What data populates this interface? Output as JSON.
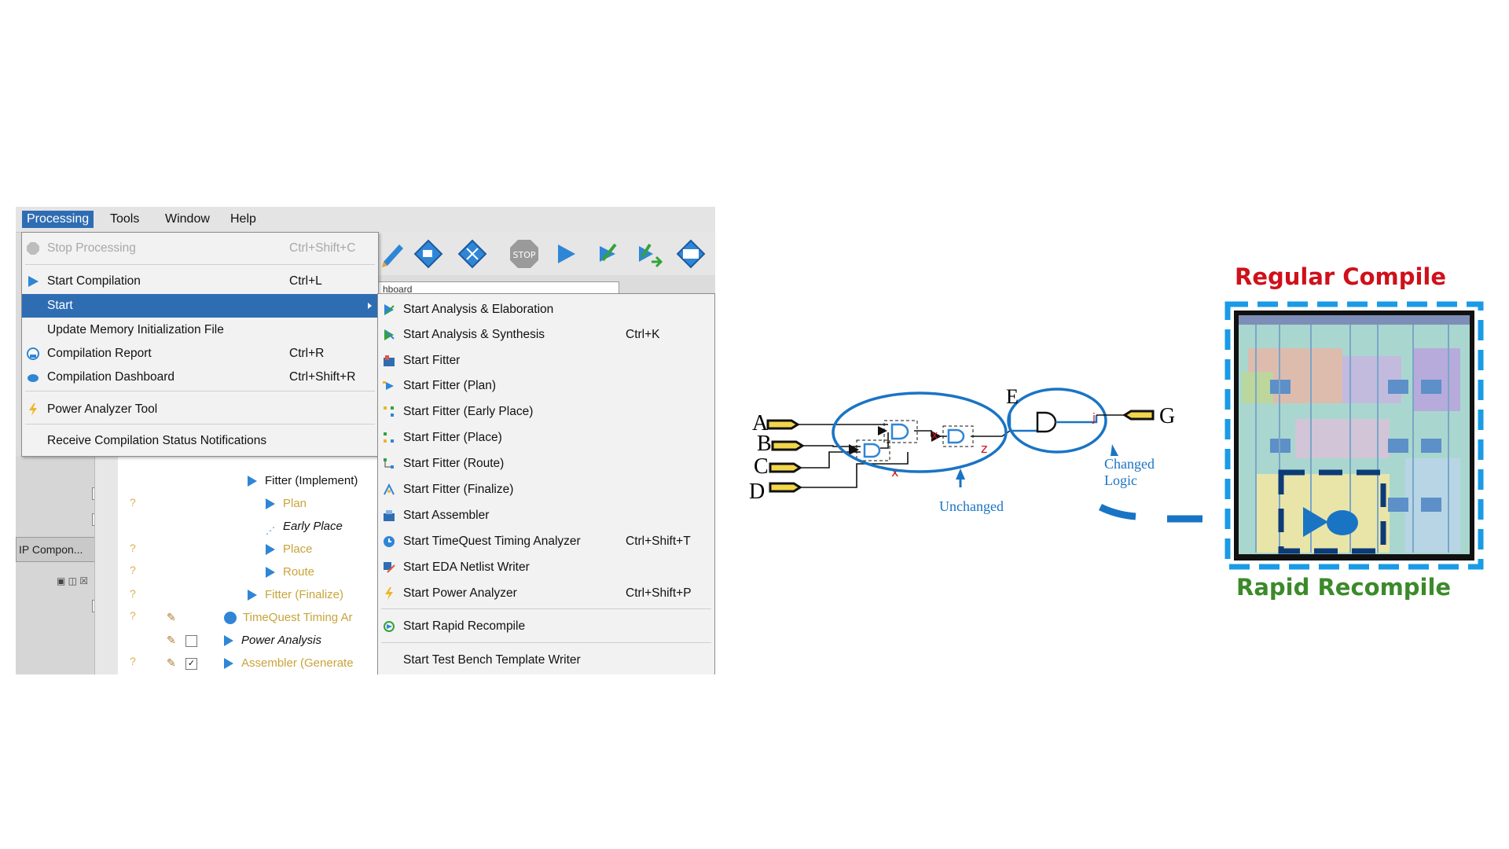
{
  "menubar": {
    "items": [
      "Processing",
      "Tools",
      "Window",
      "Help"
    ]
  },
  "toolbar": {
    "icons": [
      "compile-pencil-icon",
      "analysis-icon",
      "synthesis-icon",
      "fitter-icon",
      "stop-icon",
      "start-compilation-icon",
      "timing-analyzer-icon",
      "netlist-icon",
      "programmer-icon"
    ],
    "stop_label": "STOP"
  },
  "combo": {
    "value": "hboard"
  },
  "processing_menu": {
    "items": [
      {
        "label": "Stop Processing",
        "shortcut": "Ctrl+Shift+C",
        "disabled": true,
        "icon": "stop-icon"
      },
      {
        "label": "Start Compilation",
        "shortcut": "Ctrl+L",
        "icon": "play-icon"
      },
      {
        "label": "Start",
        "shortcut": "",
        "highlighted": true,
        "submenu": true
      },
      {
        "label": "Update Memory Initialization File",
        "shortcut": ""
      },
      {
        "label": "Compilation Report",
        "shortcut": "Ctrl+R",
        "icon": "report-icon"
      },
      {
        "label": "Compilation Dashboard",
        "shortcut": "Ctrl+Shift+R",
        "icon": "dashboard-icon"
      },
      {
        "label": "Power Analyzer Tool",
        "shortcut": "",
        "icon": "power-icon"
      },
      {
        "label": "Receive Compilation Status Notifications",
        "shortcut": ""
      }
    ]
  },
  "start_submenu": {
    "items": [
      {
        "label": "Start Analysis & Elaboration",
        "shortcut": ""
      },
      {
        "label": "Start Analysis & Synthesis",
        "shortcut": "Ctrl+K"
      },
      {
        "label": "Start Fitter",
        "shortcut": ""
      },
      {
        "label": "Start Fitter (Plan)",
        "shortcut": ""
      },
      {
        "label": "Start Fitter (Early Place)",
        "shortcut": ""
      },
      {
        "label": "Start Fitter (Place)",
        "shortcut": ""
      },
      {
        "label": "Start Fitter (Route)",
        "shortcut": ""
      },
      {
        "label": "Start Fitter (Finalize)",
        "shortcut": ""
      },
      {
        "label": "Start Assembler",
        "shortcut": ""
      },
      {
        "label": "Start TimeQuest Timing Analyzer",
        "shortcut": "Ctrl+Shift+T"
      },
      {
        "label": "Start EDA Netlist Writer",
        "shortcut": ""
      },
      {
        "label": "Start Power Analyzer",
        "shortcut": "Ctrl+Shift+P"
      },
      {
        "label": "Start Rapid Recompile",
        "shortcut": ""
      },
      {
        "label": "Start Test Bench Template Writer",
        "shortcut": ""
      }
    ]
  },
  "flow": {
    "rows": [
      {
        "label": "Fitter (Implement)",
        "color": "#111111",
        "italic": false
      },
      {
        "label": "Plan",
        "color": "#c8a43a",
        "italic": false
      },
      {
        "label": "Early Place",
        "color": "#111111",
        "italic": true
      },
      {
        "label": "Place",
        "color": "#c8a43a",
        "italic": false
      },
      {
        "label": "Route",
        "color": "#c8a43a",
        "italic": false
      },
      {
        "label": "Fitter (Finalize)",
        "color": "#c8a43a",
        "italic": false
      },
      {
        "label": "TimeQuest Timing Ar",
        "color": "#c8a43a",
        "italic": false
      },
      {
        "label": "Power Analysis",
        "color": "#111111",
        "italic": true
      },
      {
        "label": "Assembler (Generate",
        "color": "#c8a43a",
        "italic": false
      }
    ],
    "question_mark": "?",
    "check_mark": "✓"
  },
  "ip_tab": {
    "label": "IP Compon..."
  },
  "schematic": {
    "inputs": [
      "A",
      "B",
      "C",
      "D"
    ],
    "node_e": "E",
    "output_g": "G",
    "net_x": "x",
    "net_z": "z",
    "net_j": "j",
    "unchanged_label": "Unchanged",
    "changed_label_1": "Changed",
    "changed_label_2": "Logic"
  },
  "fpga": {
    "regular_label": "Regular Compile",
    "rapid_label": "Rapid Recompile"
  },
  "colors": {
    "menu_highlight": "#2f6db3",
    "diagram_blue": "#1a74c4",
    "regular_red": "#d0101a",
    "rapid_green": "#3b8a2a",
    "pin_yellow": "#f2d64b"
  }
}
